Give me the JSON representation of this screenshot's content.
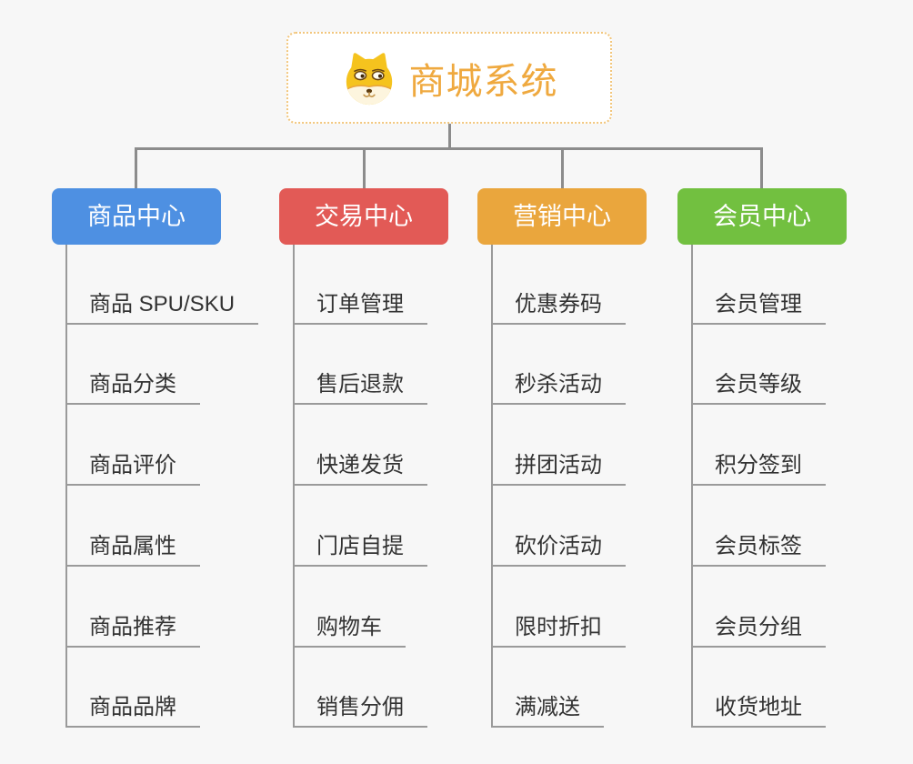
{
  "root": {
    "title": "商城系统",
    "icon": "shiba-dog-icon",
    "title_color": "#efa93f",
    "border_color": "#f2c67c"
  },
  "connector_color": "#8c8c8c",
  "item_text_color": "#333333",
  "branches": [
    {
      "title": "商品中心",
      "color": "#4e90e2",
      "items": [
        "商品 SPU/SKU",
        "商品分类",
        "商品评价",
        "商品属性",
        "商品推荐",
        "商品品牌"
      ]
    },
    {
      "title": "交易中心",
      "color": "#e25a56",
      "items": [
        "订单管理",
        "售后退款",
        "快递发货",
        "门店自提",
        "购物车",
        "销售分佣"
      ]
    },
    {
      "title": "营销中心",
      "color": "#eaa63d",
      "items": [
        "优惠券码",
        "秒杀活动",
        "拼团活动",
        "砍价活动",
        "限时折扣",
        "满减送"
      ]
    },
    {
      "title": "会员中心",
      "color": "#72c040",
      "items": [
        "会员管理",
        "会员等级",
        "积分签到",
        "会员标签",
        "会员分组",
        "收货地址"
      ]
    }
  ]
}
